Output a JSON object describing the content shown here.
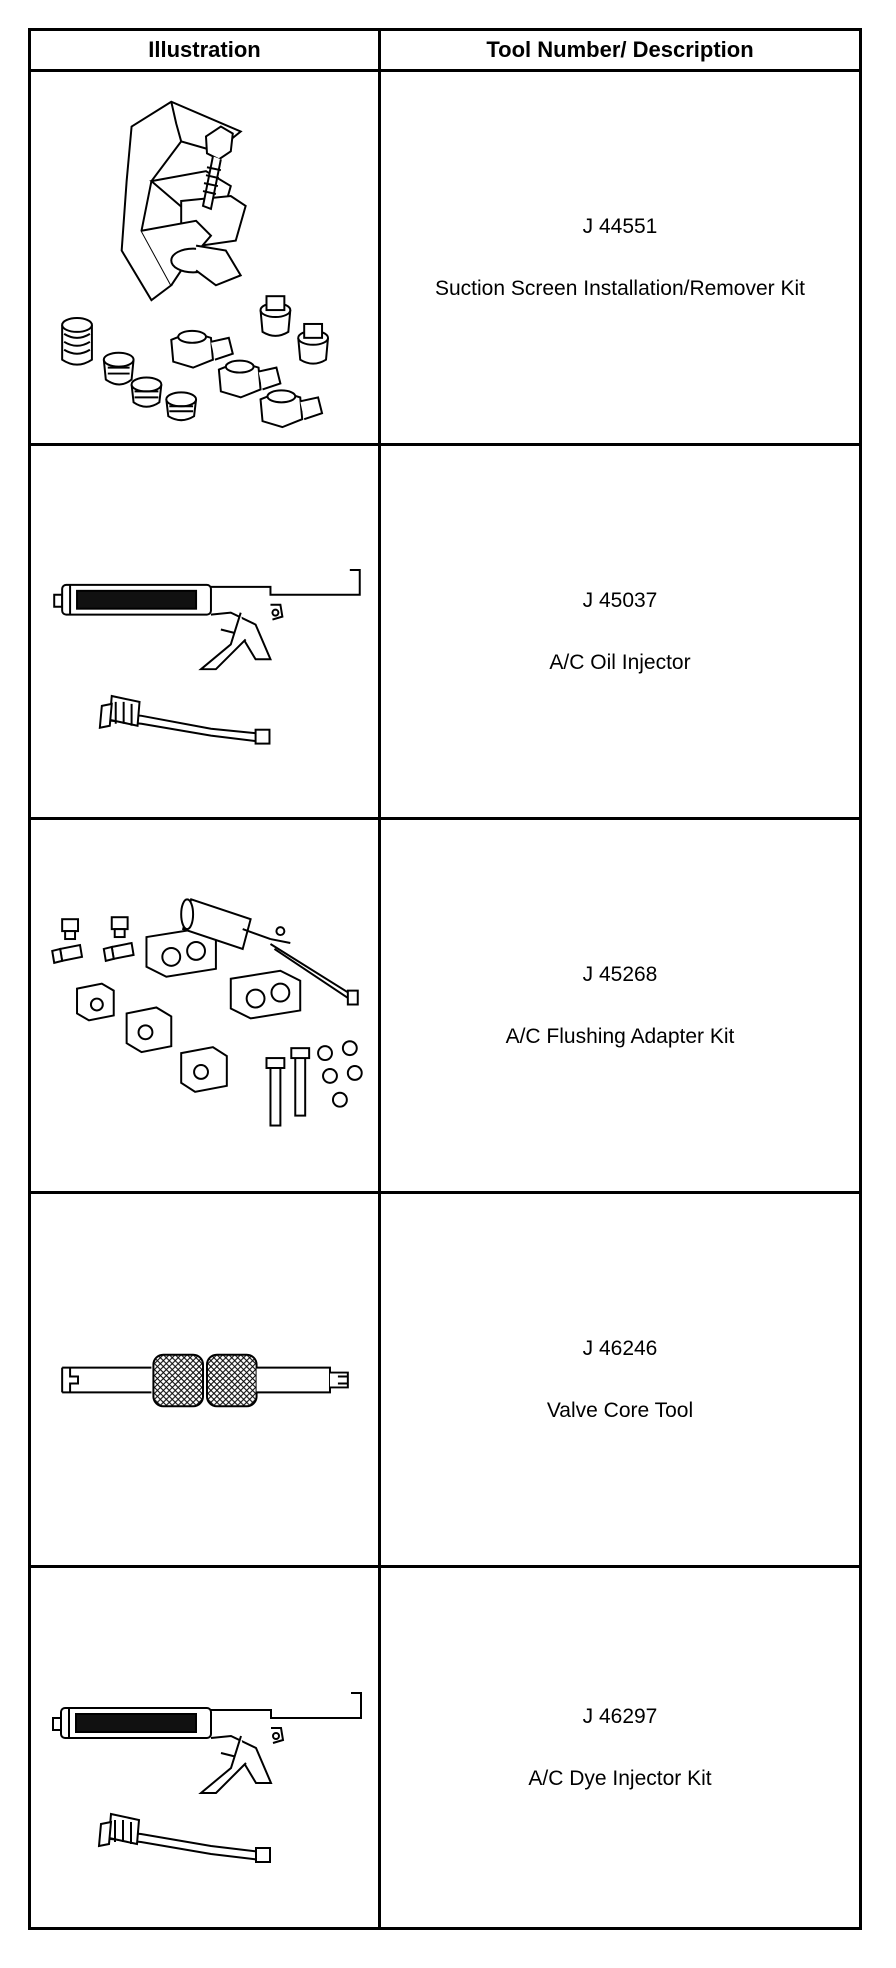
{
  "header": {
    "col1": "Illustration",
    "col2": "Tool Number/ Description"
  },
  "rows": [
    {
      "number": "J 44551",
      "description": "Suction Screen Installation/Remover Kit",
      "illustration": "suction-screen-kit-illustration"
    },
    {
      "number": "J 45037",
      "description": "A/C Oil Injector",
      "illustration": "oil-injector-illustration"
    },
    {
      "number": "J 45268",
      "description": "A/C Flushing Adapter Kit",
      "illustration": "flushing-adapter-kit-illustration"
    },
    {
      "number": "J 46246",
      "description": "Valve Core Tool",
      "illustration": "valve-core-tool-illustration"
    },
    {
      "number": "J 46297",
      "description": "A/C Dye Injector Kit",
      "illustration": "dye-injector-kit-illustration"
    }
  ]
}
